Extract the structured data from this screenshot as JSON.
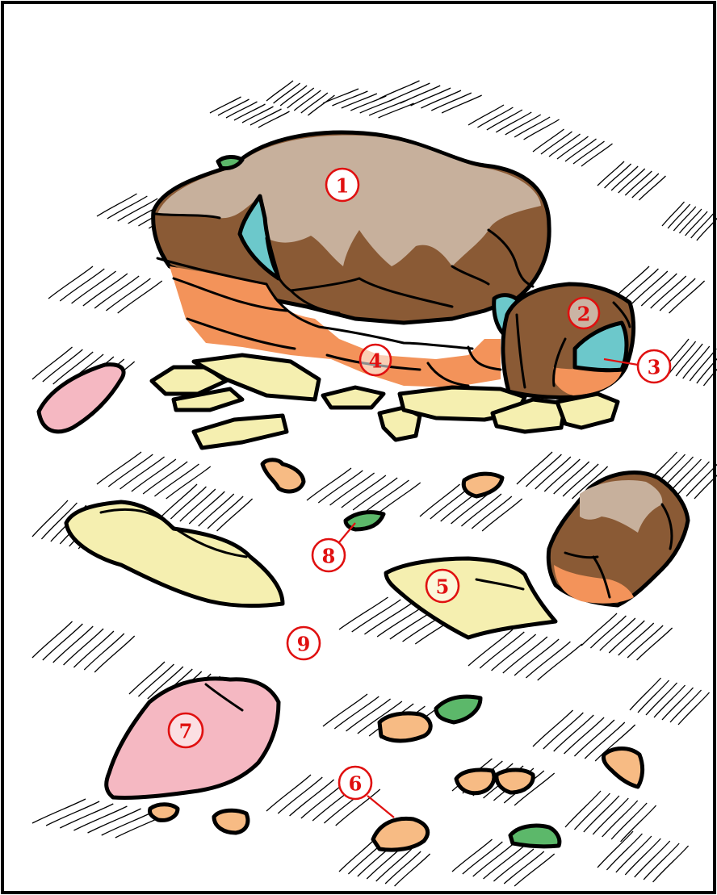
{
  "colors": {
    "light_brown": "#c7b09c",
    "brown": "#8a5a35",
    "orange": "#f3935a",
    "cyan": "#6cc8cb",
    "pale_yellow": "#f5efb0",
    "peach": "#f7bb84",
    "green": "#5cb86a",
    "pink": "#f5b8c2",
    "label_red": "#e01010"
  },
  "labels": [
    {
      "id": "label-1",
      "text": "1",
      "region": "light-brown-cap"
    },
    {
      "id": "label-2",
      "text": "2",
      "region": "brown-rock"
    },
    {
      "id": "label-3",
      "text": "3",
      "region": "cyan-patch"
    },
    {
      "id": "label-4",
      "text": "4",
      "region": "orange-rock"
    },
    {
      "id": "label-5",
      "text": "5",
      "region": "pale-yellow-slab"
    },
    {
      "id": "label-6",
      "text": "6",
      "region": "peach-pebble"
    },
    {
      "id": "label-7",
      "text": "7",
      "region": "pink-stone"
    },
    {
      "id": "label-8",
      "text": "8",
      "region": "green-pebble"
    },
    {
      "id": "label-9",
      "text": "9",
      "region": "white-ground"
    }
  ]
}
